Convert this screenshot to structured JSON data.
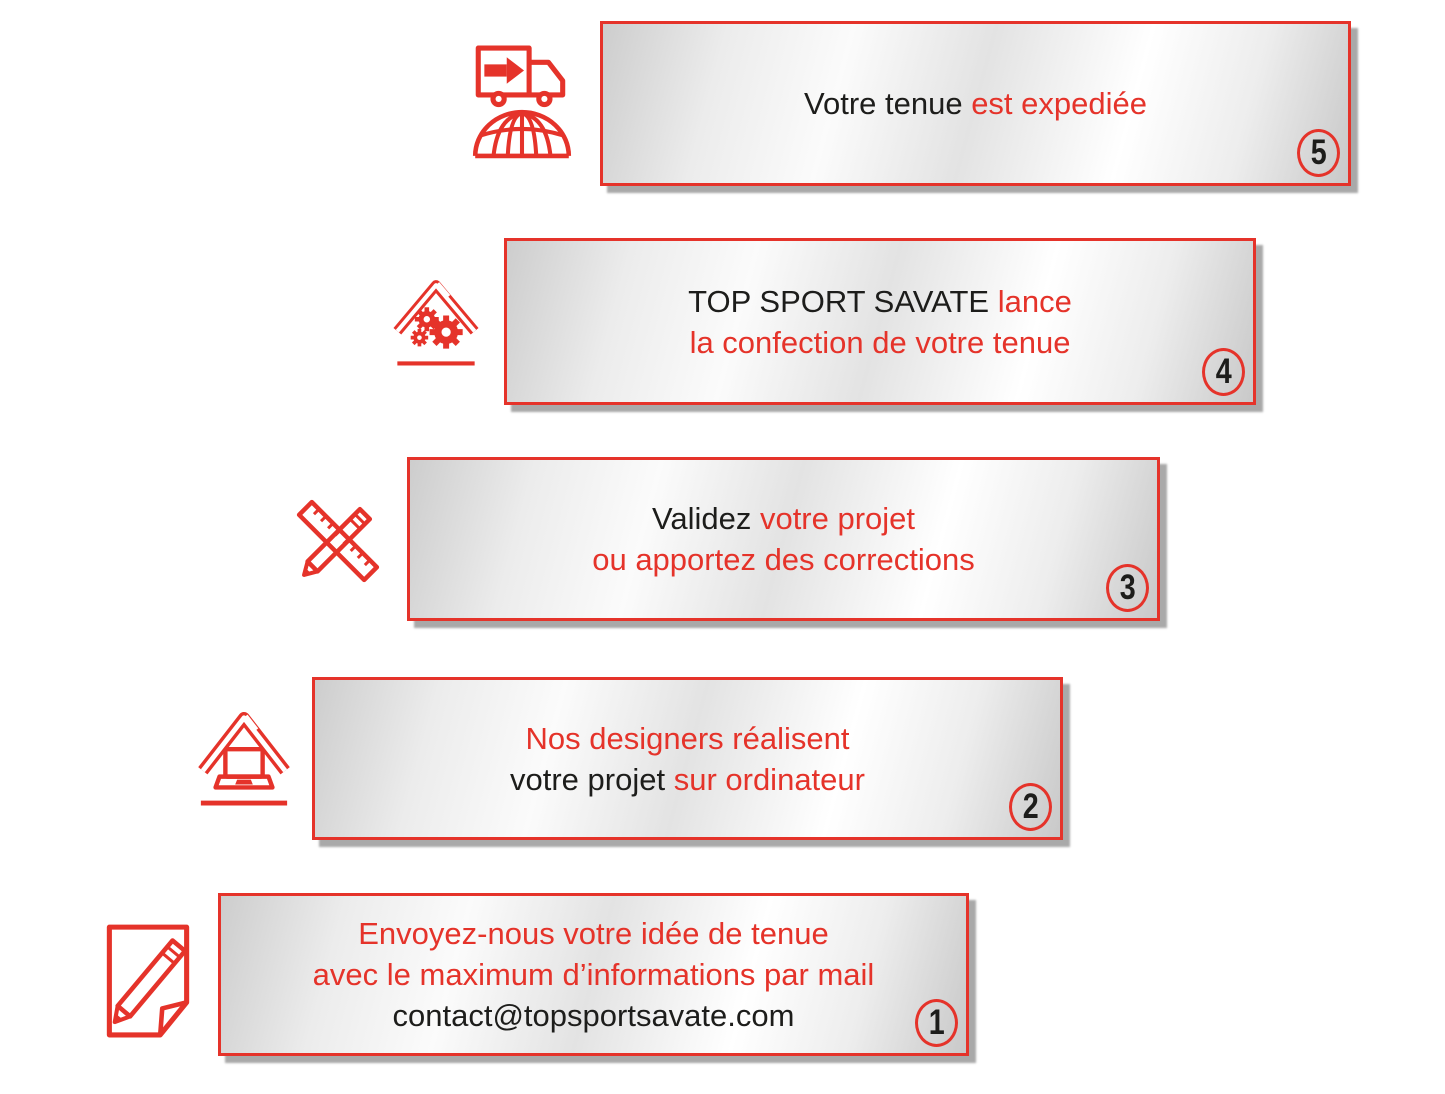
{
  "colors": {
    "accent_red": "#e5332a",
    "text_black": "#1d1d1b",
    "plate_shadow": "#a9a9a9"
  },
  "steps": [
    {
      "number": "1",
      "icon": "note-pencil-icon",
      "lines": [
        [
          {
            "text": "Envoyez-nous votre idée de tenue",
            "color": "red"
          }
        ],
        [
          {
            "text": "avec le maximum d’informations par mail",
            "color": "red"
          }
        ],
        [
          {
            "text": "contact@topsportsavate.com",
            "color": "black"
          }
        ]
      ]
    },
    {
      "number": "2",
      "icon": "roof-laptop-icon",
      "lines": [
        [
          {
            "text": "Nos designers réalisent",
            "color": "red"
          }
        ],
        [
          {
            "text": "votre projet ",
            "color": "black"
          },
          {
            "text": "sur ordinateur",
            "color": "red"
          }
        ]
      ]
    },
    {
      "number": "3",
      "icon": "ruler-pencil-icon",
      "lines": [
        [
          {
            "text": "Validez ",
            "color": "black"
          },
          {
            "text": "votre projet",
            "color": "red"
          }
        ],
        [
          {
            "text": "ou apportez des corrections",
            "color": "red"
          }
        ]
      ]
    },
    {
      "number": "4",
      "icon": "roof-gears-icon",
      "lines": [
        [
          {
            "text": "TOP SPORT SAVATE ",
            "color": "black"
          },
          {
            "text": "lance",
            "color": "red"
          }
        ],
        [
          {
            "text": "la confection de votre tenue",
            "color": "red"
          }
        ]
      ]
    },
    {
      "number": "5",
      "icon": "delivery-truck-globe-icon",
      "lines": [
        [
          {
            "text": "Votre tenue ",
            "color": "black"
          },
          {
            "text": "est expediée",
            "color": "red"
          }
        ]
      ]
    }
  ]
}
